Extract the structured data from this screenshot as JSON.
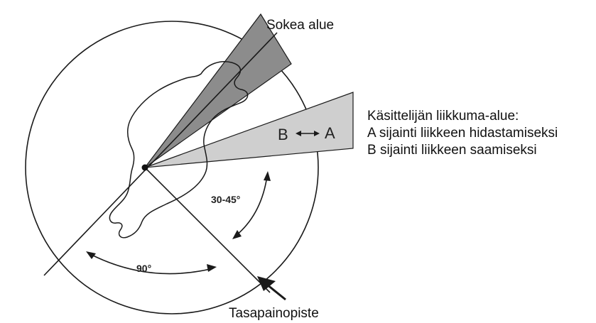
{
  "labels": {
    "blind_area": "Sokea alue",
    "balance_point": "Tasapainopiste",
    "zone_a": "A",
    "zone_b": "B",
    "angle_90": "90°",
    "angle_30_45": "30-45°"
  },
  "legend": {
    "title": "Käsittelijän liikkuma-alue:",
    "line_a": "A sijainti liikkeen hidastamiseksi",
    "line_b": "B sijainti liikkeen saamiseksi"
  },
  "colors": {
    "blind_area_fill": "#8c8c8c",
    "movement_zone_fill": "#cfcfcf",
    "stroke": "#1a1a1a"
  }
}
